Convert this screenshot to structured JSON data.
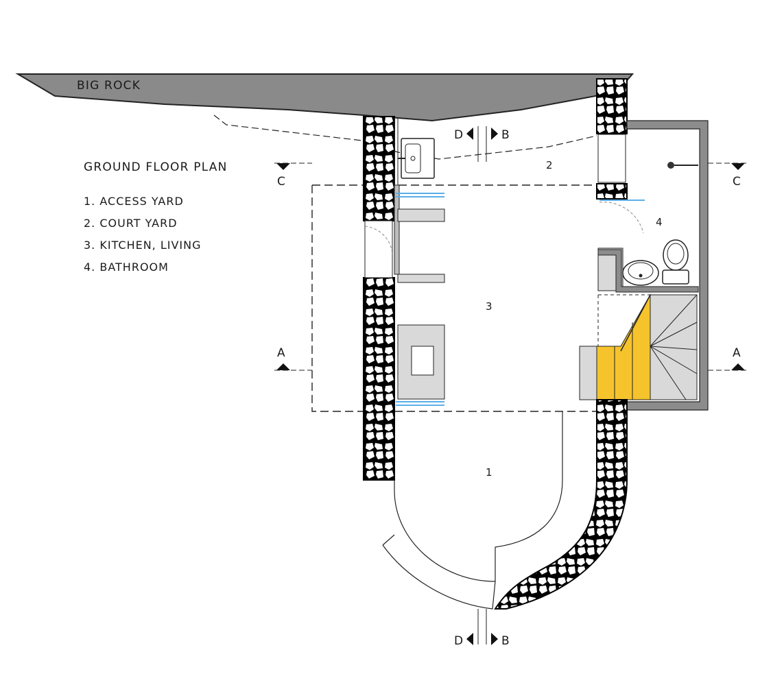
{
  "legend": {
    "title": "GROUND FLOOR PLAN",
    "items": [
      {
        "label": "1. ACCESS YARD"
      },
      {
        "label": "2. COURT YARD"
      },
      {
        "label": "3. KITCHEN, LIVING"
      },
      {
        "label": "4. BATHROOM"
      }
    ]
  },
  "labels": {
    "rock": "BIG ROCK",
    "room1": "1",
    "room2": "2",
    "room3": "3",
    "room4": "4"
  },
  "sections": {
    "a": "A",
    "c": "C",
    "d": "D",
    "b": "B"
  },
  "colors": {
    "rock": "#8a8a8a",
    "walls": "#8c8c8c",
    "fill": "#d9d9d9",
    "stair": "#f5c32c",
    "glass": "#5aaee8"
  }
}
